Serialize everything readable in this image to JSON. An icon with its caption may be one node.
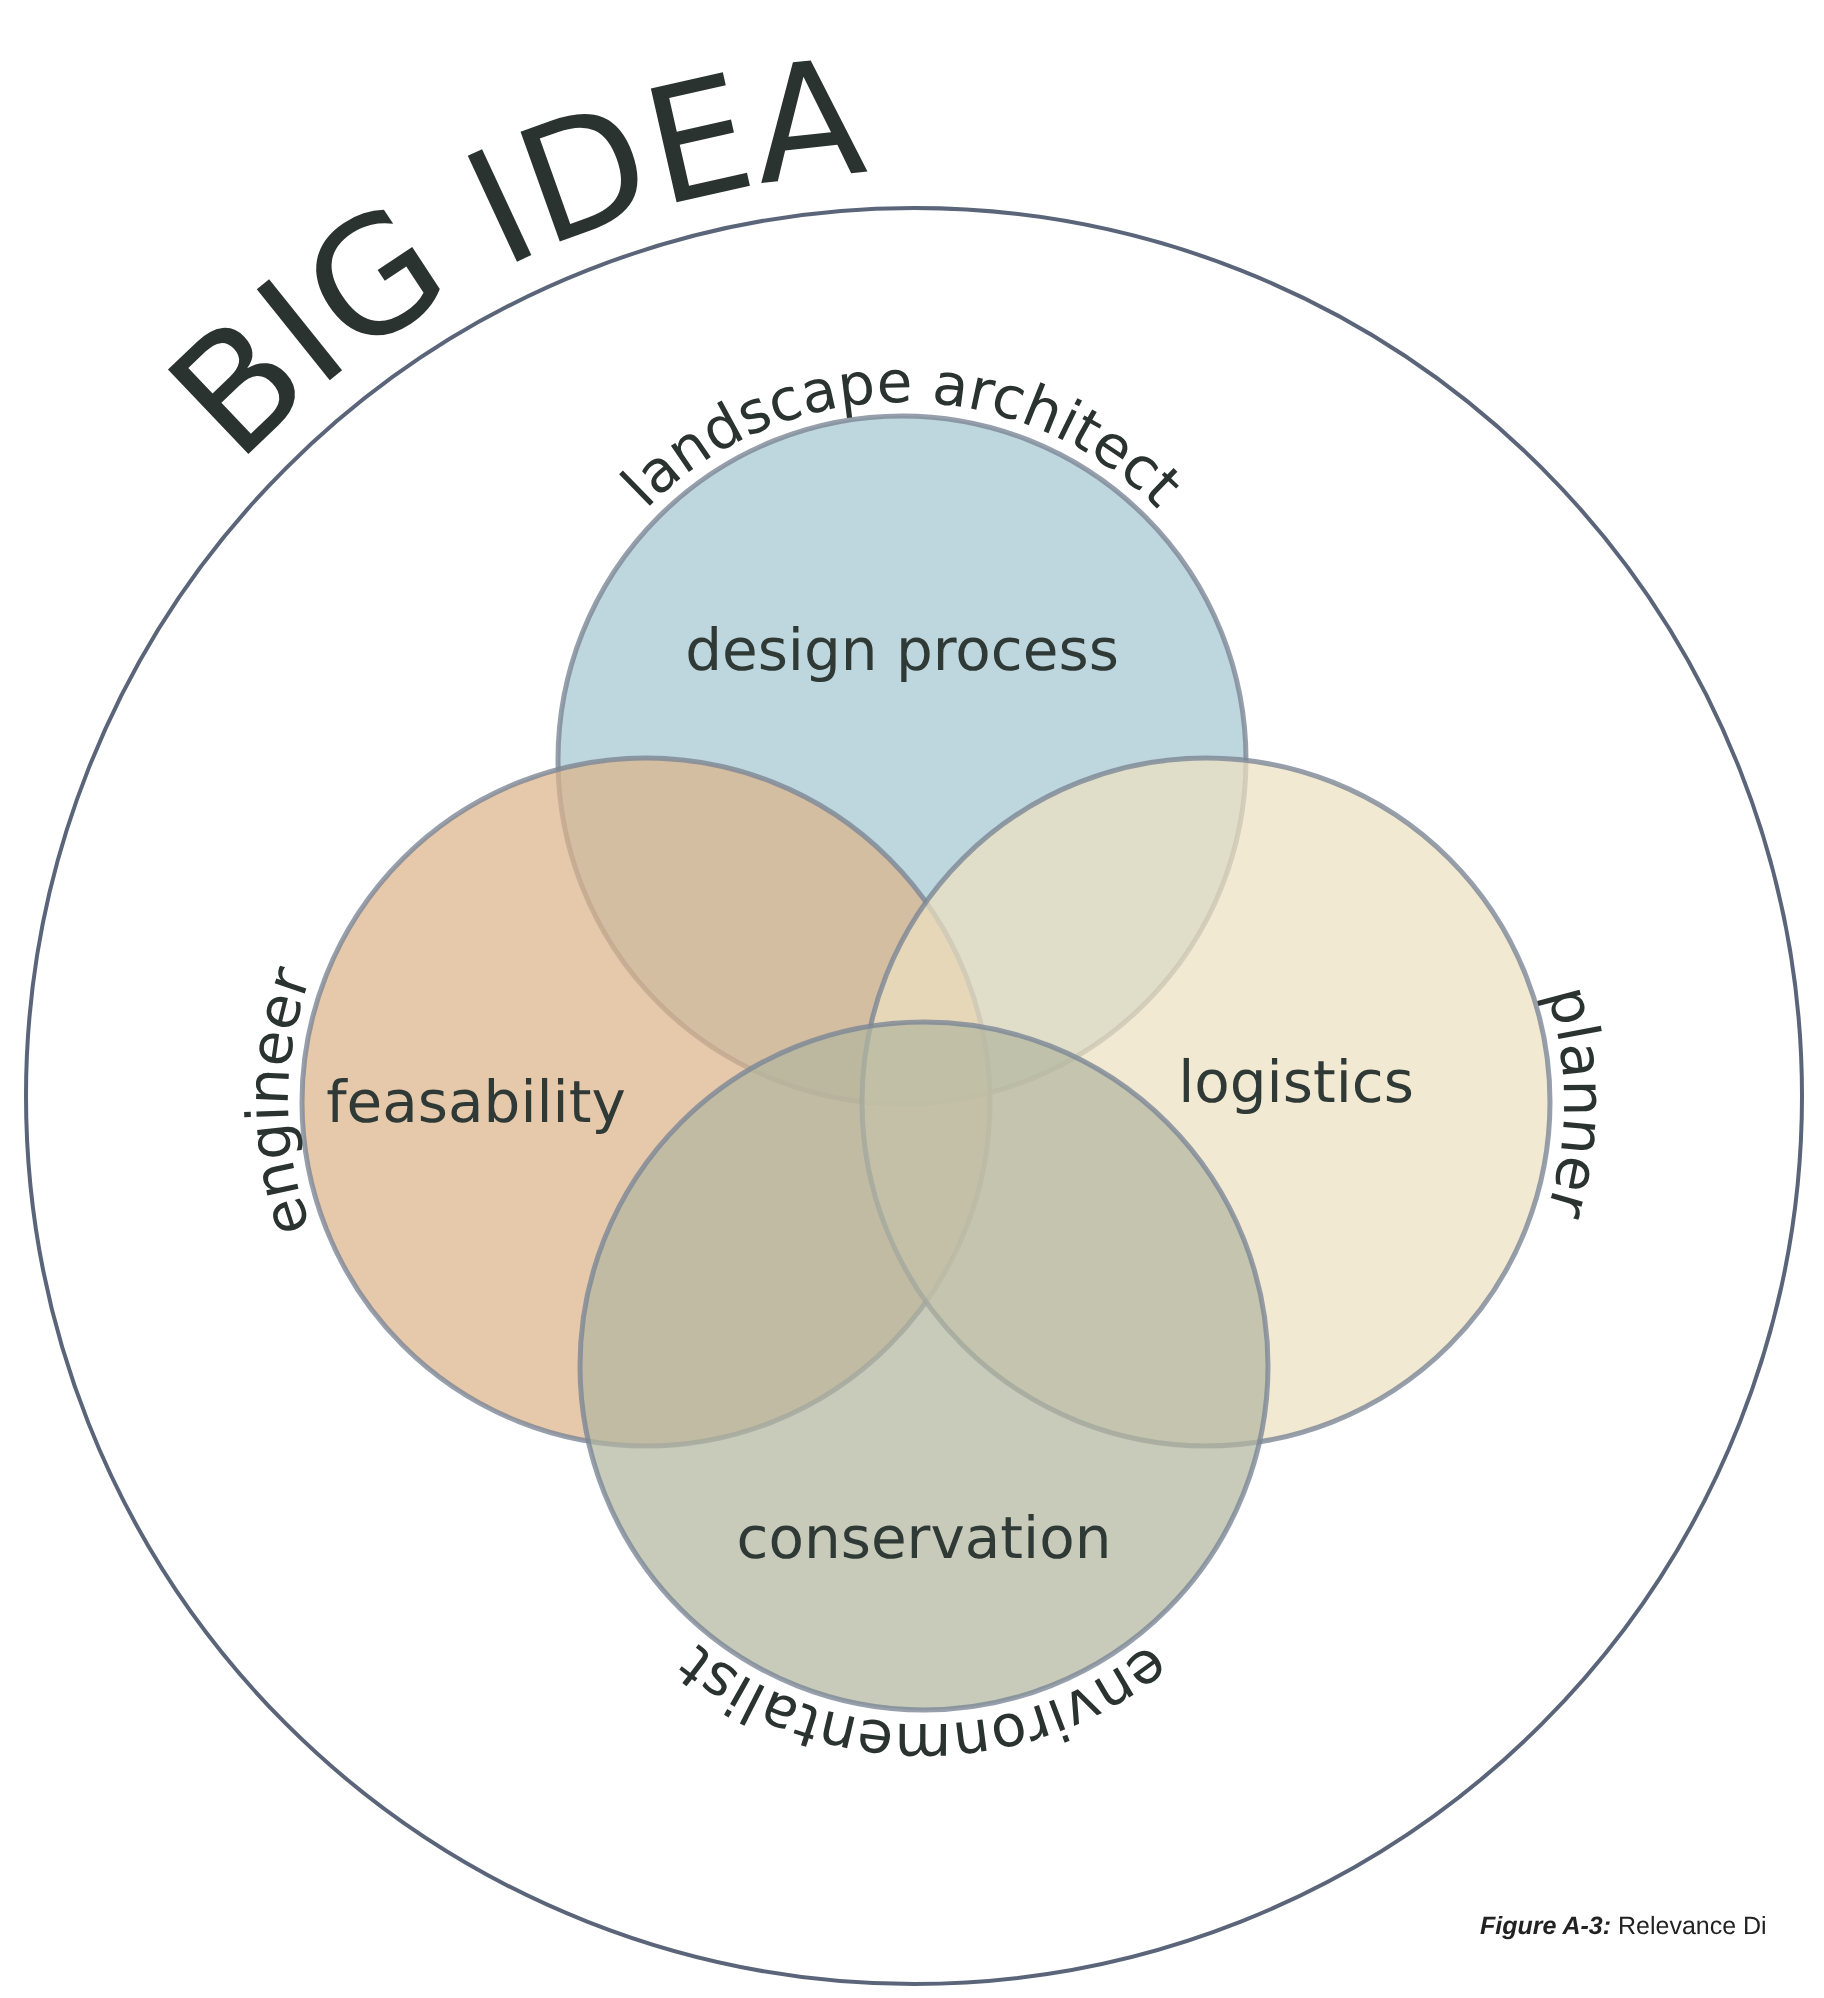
{
  "diagram": {
    "caption": "**Figure A-3:** Relevance Di",
    "nodes": [
      {
        "text": [
          "BIG IDEA"
        ]
      },
      {
        "text": [
          "landscape architect",
          "design process"
        ],
        "in": 0
      },
      {
        "text": [
          "engineer",
          "feasability"
        ],
        "in": 0
      },
      {
        "text": [
          "logistics",
          "planner"
        ],
        "in": 0
      },
      {
        "text": [
          "conservation",
          "environmentalist"
        ],
        "in": 0
      }
    ]
  }
}
